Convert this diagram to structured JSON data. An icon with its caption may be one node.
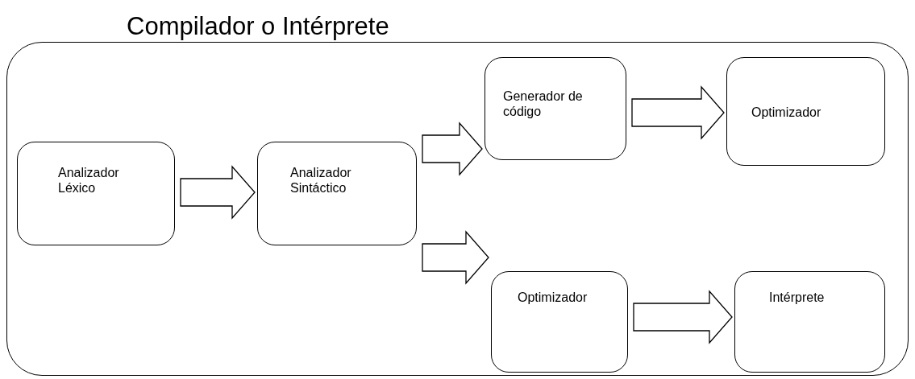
{
  "diagram": {
    "nodes": [
      {
        "text": [
          "Compilador o Intérprete"
        ]
      },
      {
        "text": [
          "Analizador Léxico"
        ],
        "in": 0
      },
      {
        "text": [
          "Analizador Sintáctico"
        ],
        "in": 0
      },
      {
        "text": [
          "Generador de código"
        ],
        "in": 0
      },
      {
        "text": [
          "Optimizador"
        ],
        "in": 0
      },
      {
        "text": [
          "Optimizador"
        ],
        "in": 0
      },
      {
        "text": [
          "Intérprete"
        ],
        "in": 0
      }
    ],
    "edges": [
      {
        "from": 1,
        "to": 2,
        "arrow": "to"
      },
      {
        "from": 2,
        "to": 3,
        "arrow": "to"
      },
      {
        "from": 3,
        "to": 4,
        "arrow": "to"
      },
      {
        "from": 2,
        "to": 5,
        "arrow": "to"
      },
      {
        "from": 5,
        "to": 6,
        "arrow": "to"
      }
    ]
  }
}
